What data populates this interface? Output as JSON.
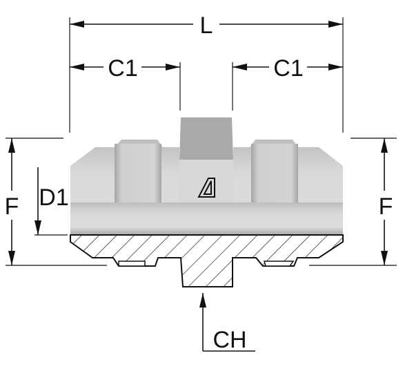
{
  "title": "Straight male-male adapter dimension drawing",
  "labels": {
    "L": "L",
    "C1_left": "C1",
    "C1_right": "C1",
    "F_left": "F",
    "F_right": "F",
    "D1": "D1",
    "CH": "CH"
  },
  "logo": "brand triangle mark",
  "colors": {
    "body_light": "#e2e2e2",
    "body_dark": "#9a9a9a",
    "hex": "#a8a8a8",
    "line": "#111111"
  }
}
